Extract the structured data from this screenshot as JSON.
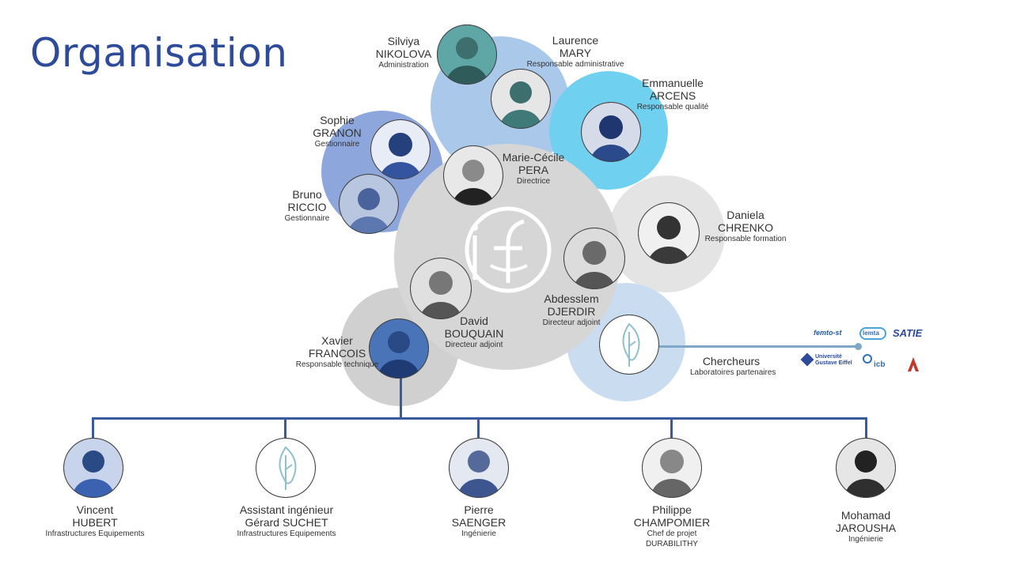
{
  "title": "Organisation",
  "people": {
    "silviya": {
      "first": "Silviya",
      "last": "NIKOLOVA",
      "role": "Administration"
    },
    "laurence": {
      "first": "Laurence",
      "last": "MARY",
      "role": "Responsable administrative"
    },
    "emmanuelle": {
      "first": "Emmanuelle",
      "last": "ARCENS",
      "role": "Responsable qualité"
    },
    "sophie": {
      "first": "Sophie",
      "last": "GRANON",
      "role": "Gestionnaire"
    },
    "bruno": {
      "first": "Bruno",
      "last": "RICCIO",
      "role": "Gestionnaire"
    },
    "mariececile": {
      "first": "Marie-Cécile",
      "last": "PERA",
      "role": "Directrice"
    },
    "daniela": {
      "first": "Daniela",
      "last": "CHRENKO",
      "role": "Responsable formation"
    },
    "abdesslem": {
      "first": "Abdesslem",
      "last": "DJERDIR",
      "role": "Directeur adjoint"
    },
    "david": {
      "first": "David",
      "last": "BOUQUAIN",
      "role": "Directeur adjoint"
    },
    "xavier": {
      "first": "Xavier",
      "last": "FRANCOIS",
      "role": "Responsable technique"
    },
    "vincent": {
      "first": "Vincent",
      "last": "HUBERT",
      "role": "Infrastructures Equipements"
    },
    "gerard": {
      "first": "Assistant ingénieur",
      "last": "Gérard SUCHET",
      "role": "Infrastructures Equipements"
    },
    "pierre": {
      "first": "Pierre",
      "last": "SAENGER",
      "role": "Ingénierie"
    },
    "philippe": {
      "first": "Philippe",
      "last": "CHAMPOMIER",
      "role": "Chef de projet",
      "role2": "DURABILITHY"
    },
    "mohamad": {
      "first": "Mohamad",
      "last": "JAROUSHA",
      "role": "Ingénierie"
    }
  },
  "chercheurs": {
    "title": "Chercheurs",
    "subtitle": "Laboratoires partenaires"
  },
  "partner_logos": [
    "femto-st",
    "lemta",
    "SATIE",
    "Université Gustave Eiffel",
    "icb"
  ],
  "colors": {
    "title": "#2e4b9a",
    "admin_blob": "#a9c8ea",
    "quality_blob": "#6fd0f0",
    "gestion_blob": "#8da7dc",
    "center_blob": "#d6d6d6",
    "formation_blob": "#e4e4e4",
    "tech_blob": "#d0d0d0",
    "researchers_blob": "#c9dcf0",
    "org_line": "#3a5aa0",
    "leaf": "#8fc0cc"
  }
}
